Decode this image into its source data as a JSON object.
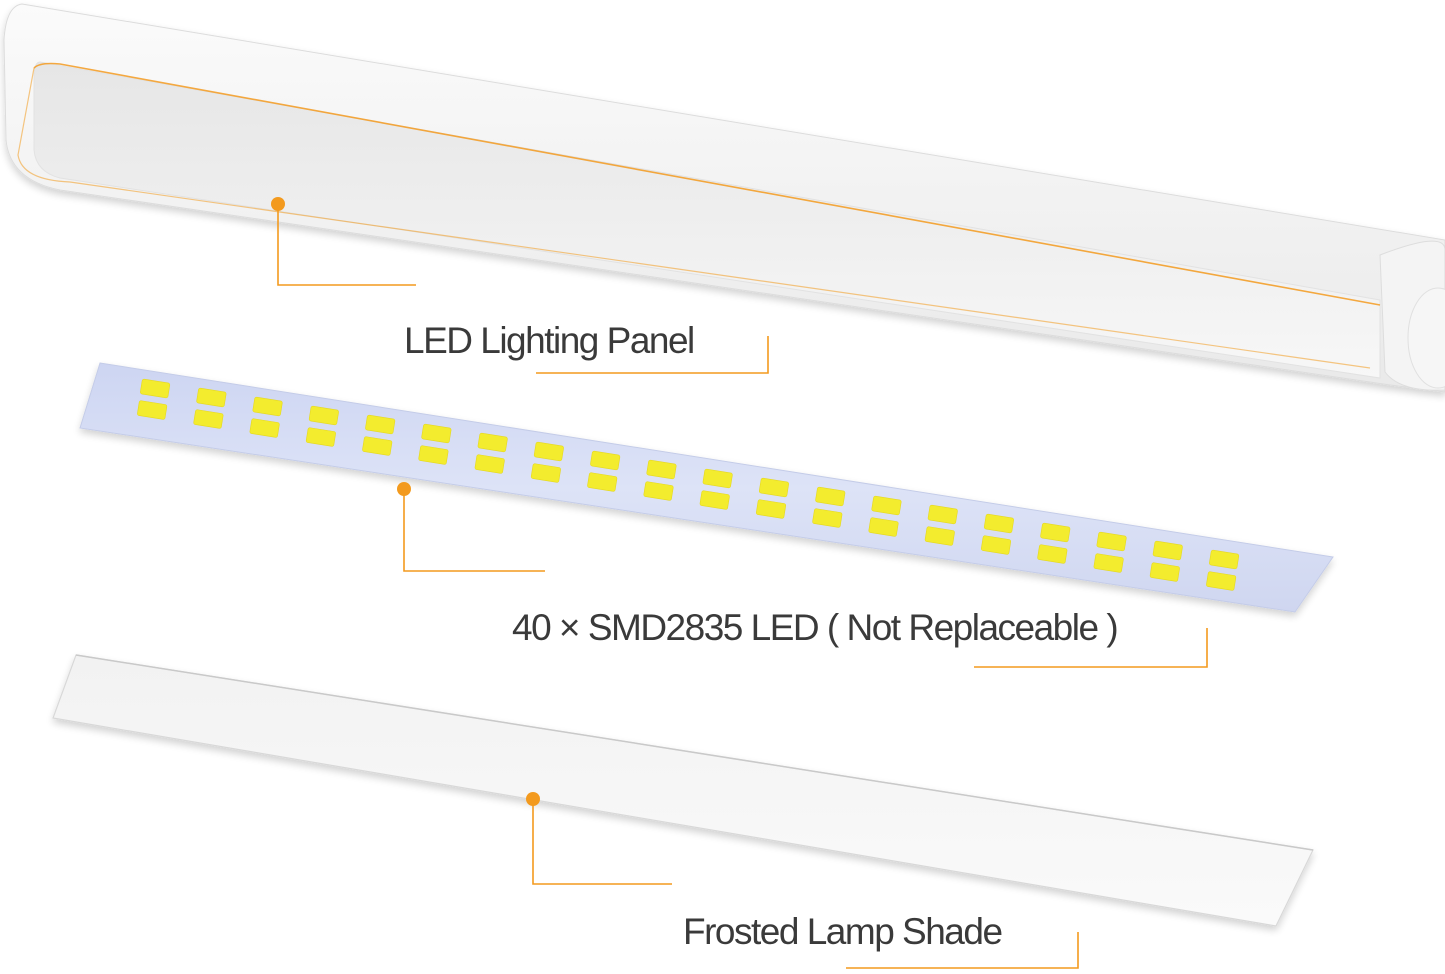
{
  "labels": {
    "lighting_panel": "LED Lighting Panel",
    "led_strip": "40 × SMD2835 LED ( Not Replaceable )",
    "lamp_shade": "Frosted Lamp Shade"
  },
  "colors": {
    "accent": "#F39A1E",
    "led_chip": "#F3EC2E",
    "led_board": "#D5DCF4",
    "panel_body": "#F2F2F2",
    "text": "#3A3A3A"
  },
  "icons": {
    "callout_marker": "orange-dot"
  }
}
